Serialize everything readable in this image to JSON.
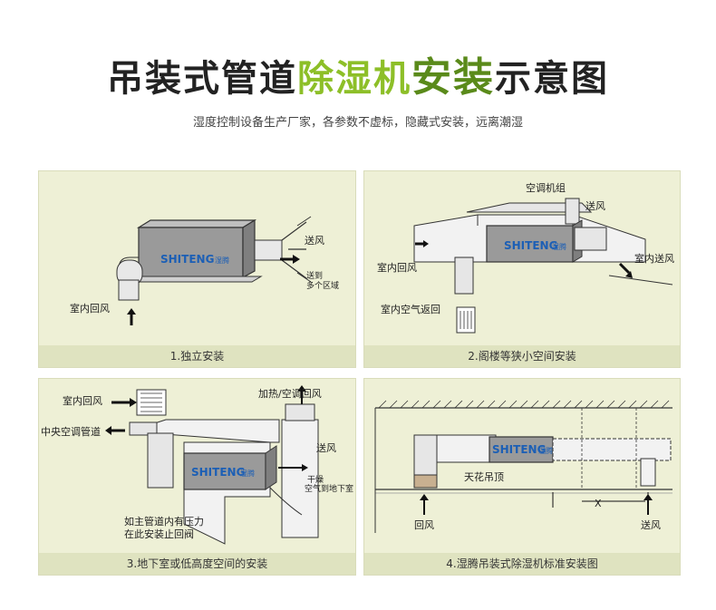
{
  "title": {
    "part1": "吊装式管道",
    "part2": "除湿机",
    "part3": "安装",
    "part4": "示意图"
  },
  "subtitle": "湿度控制设备生产厂家，各参数不虚标，隐藏式安装，远离潮湿",
  "brand": {
    "logo": "SHITENG",
    "cn": "湿腾"
  },
  "colors": {
    "green": "#8dbf28",
    "dark_green": "#5a8a1a",
    "panel_bg": "#eef0d6",
    "caption_bg": "#dfe3c0"
  },
  "panels": [
    {
      "caption": "1.独立安装",
      "labels": {
        "supply": "送风",
        "to_area_1": "送到",
        "to_area_2": "多个区域",
        "return": "室内回风"
      }
    },
    {
      "caption": "2.阁楼等狭小空间安装",
      "labels": {
        "ac_unit": "空调机组",
        "supply": "送风",
        "indoor_supply": "室内送风",
        "return": "室内回风",
        "air_return": "室内空气返回"
      }
    },
    {
      "caption": "3.地下室或低高度空间的安装",
      "labels": {
        "return": "室内回风",
        "central_duct": "中央空调管道",
        "heat_return": "加热/空调回风",
        "supply": "送风",
        "dry_1": "干燥",
        "dry_2": "空气到地下室",
        "valve_1": "如主管道内有压力",
        "valve_2": "在此安装止回阀"
      }
    },
    {
      "caption": "4.湿腾吊装式除湿机标准安装图",
      "labels": {
        "ceiling": "天花吊顶",
        "return": "回风",
        "x_mark": "X",
        "supply": "送风"
      }
    }
  ]
}
